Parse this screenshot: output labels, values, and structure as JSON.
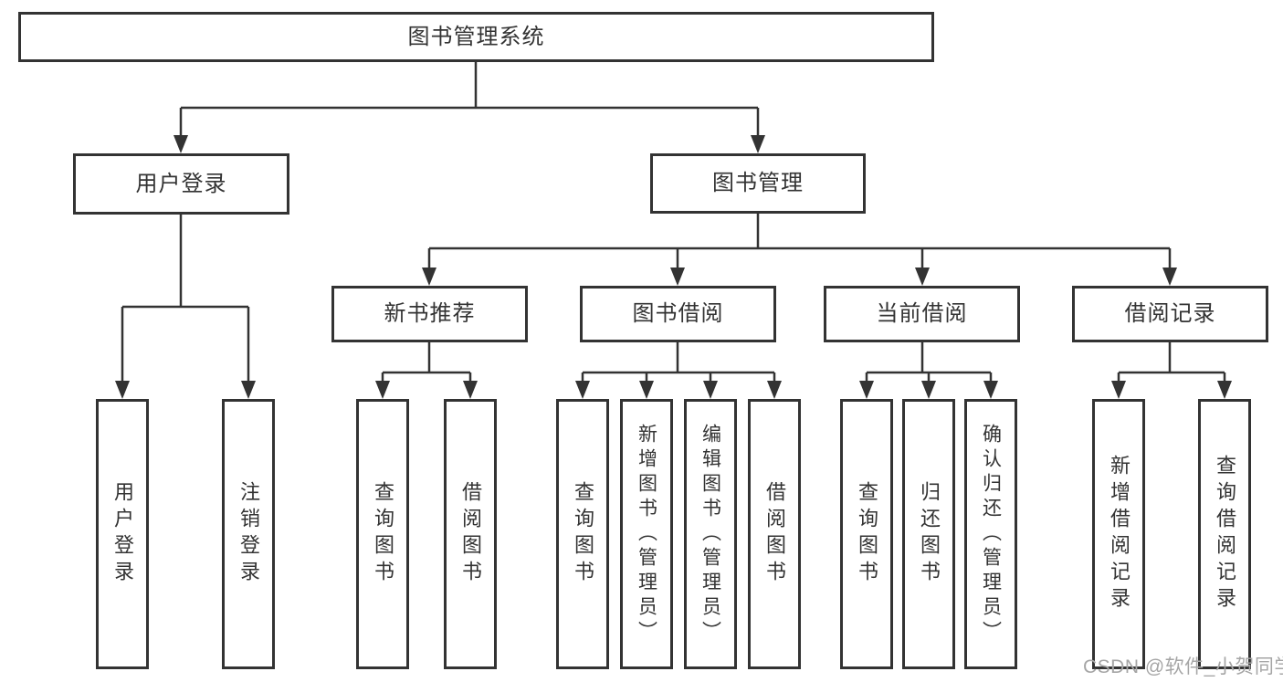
{
  "diagram": {
    "title": "图书管理系统",
    "root": {
      "label": "图书管理系统"
    },
    "level2": [
      {
        "label": "用户登录"
      },
      {
        "label": "图书管理"
      }
    ],
    "level3": [
      {
        "label": "新书推荐"
      },
      {
        "label": "图书借阅"
      },
      {
        "label": "当前借阅"
      },
      {
        "label": "借阅记录"
      }
    ],
    "leaves": [
      {
        "label": "用户登录",
        "parent": "用户登录"
      },
      {
        "label": "注销登录",
        "parent": "用户登录"
      },
      {
        "label": "查询图书",
        "parent": "新书推荐"
      },
      {
        "label": "借阅图书",
        "parent": "新书推荐"
      },
      {
        "label": "查询图书",
        "parent": "图书借阅"
      },
      {
        "label": "新增图书（管理员）",
        "parent": "图书借阅"
      },
      {
        "label": "编辑图书（管理员）",
        "parent": "图书借阅"
      },
      {
        "label": "借阅图书",
        "parent": "图书借阅"
      },
      {
        "label": "查询图书",
        "parent": "当前借阅"
      },
      {
        "label": "归还图书",
        "parent": "当前借阅"
      },
      {
        "label": "确认归还（管理员）",
        "parent": "当前借阅"
      },
      {
        "label": "新增借阅记录",
        "parent": "借阅记录"
      },
      {
        "label": "查询借阅记录",
        "parent": "借阅记录"
      }
    ]
  },
  "watermark": {
    "text": "CSDN @软件_小贺同学"
  },
  "colors": {
    "line": "#333333",
    "border": "#333333",
    "text": "#333333",
    "background": "#ffffff",
    "watermark": "#a6a6a6"
  }
}
